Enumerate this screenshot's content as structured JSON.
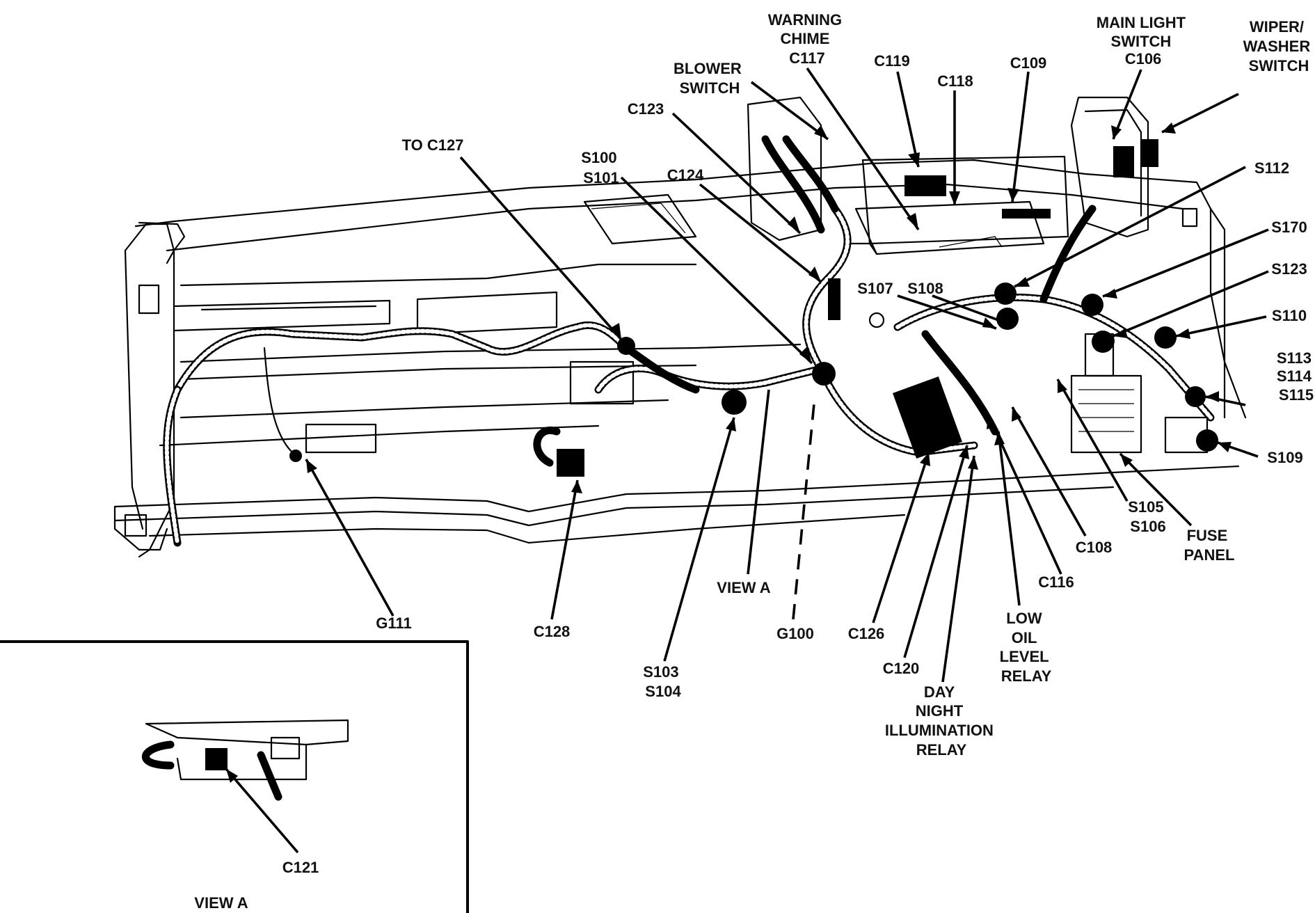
{
  "labels": {
    "warning_chime": [
      "WARNING",
      "CHIME",
      "C117"
    ],
    "c119": "C119",
    "c118": "C118",
    "c109": "C109",
    "main_light_switch": [
      "MAIN LIGHT",
      "SWITCH",
      "C106"
    ],
    "wiper_washer_switch": [
      "WIPER/",
      "WASHER",
      "SWITCH"
    ],
    "blower_switch": [
      "BLOWER",
      "SWITCH"
    ],
    "c123": "C123",
    "to_c127": "TO C127",
    "s100_s101": [
      "S100",
      "S101"
    ],
    "c124": "C124",
    "s112": "S112",
    "s170": "S170",
    "s123": "S123",
    "s110": "S110",
    "s113_s114_s115": [
      "S113",
      "S114",
      "S115"
    ],
    "s109": "S109",
    "s107": "S107",
    "s108": "S108",
    "s105_s106": [
      "S105",
      "S106"
    ],
    "fuse_panel": [
      "FUSE",
      "PANEL"
    ],
    "c108": "C108",
    "c116": "C116",
    "low_oil_level_relay": [
      "LOW",
      "OIL",
      "LEVEL",
      "RELAY"
    ],
    "day_night_illumination_relay": [
      "DAY",
      "NIGHT",
      "ILLUMINATION",
      "RELAY"
    ],
    "c120": "C120",
    "c126": "C126",
    "g100": "G100",
    "view_a_pointer": "VIEW A",
    "s103_s104": [
      "S103",
      "S104"
    ],
    "c128": "C128",
    "g111": "G111",
    "c121": "C121",
    "view_a_title": "VIEW A"
  },
  "colors": {
    "ink": "#000000",
    "paper": "#ffffff"
  }
}
